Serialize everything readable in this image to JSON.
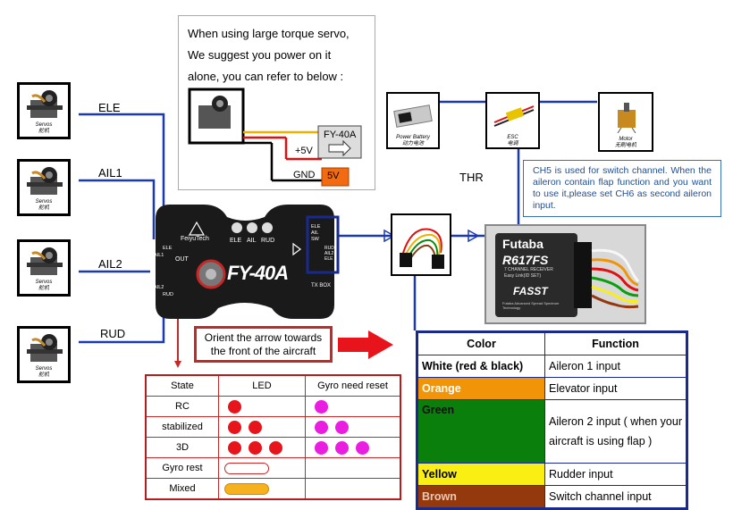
{
  "note": {
    "lines": [
      "When using large torque servo,",
      "We suggest you power on it",
      "alone, you can refer to below :"
    ],
    "controller_label": "FY-40A",
    "plus5v": "+5V",
    "gnd": "GND",
    "five_v_box": "5V"
  },
  "servos": [
    {
      "label": "ELE",
      "caption_en": "Servos",
      "caption_cn": "舵机"
    },
    {
      "label": "AIL1",
      "caption_en": "Servos",
      "caption_cn": "舵机"
    },
    {
      "label": "AIL2",
      "caption_en": "Servos",
      "caption_cn": "舵机"
    },
    {
      "label": "RUD",
      "caption_en": "Servos",
      "caption_cn": "舵机"
    }
  ],
  "controller": {
    "brand": "FeiyuTech",
    "model": "FY-40A",
    "leds": [
      "ELE",
      "AIL",
      "RUD"
    ],
    "out_label": "OUT",
    "out_ports": [
      "ELE",
      "AIL1",
      "AIL2",
      "RUD"
    ],
    "in_ports": [
      "ELE",
      "AIL",
      "SW"
    ],
    "in_ports_b": [
      "RUD",
      "AIL2",
      "ELE"
    ],
    "tx_label": "TX BOX"
  },
  "power": {
    "battery_en": "Power Battery",
    "battery_cn": "动力电池",
    "esc_en": "ESC",
    "esc_cn": "电调",
    "motor_en": "Motor",
    "motor_cn": "无刷电机",
    "thr": "THR"
  },
  "ch5_note": "CH5 is used for switch channel. When the aileron contain flap function and you want to use it,please set CH6 as second aileron input.",
  "receiver": {
    "brand": "Futaba",
    "model": "R617FS",
    "sub": "7 CHANNEL RECEIVER",
    "sub2": "Easy Link(ID SET)",
    "fasst": "FASST",
    "footer": "Futaba Advanced Spread Spectrum Technology"
  },
  "orient": "Orient the arrow towards the front of the aircraft",
  "led_table": {
    "headers": [
      "State",
      "LED",
      "Gyro need reset"
    ],
    "rows": [
      {
        "state": "RC",
        "led_count": 1,
        "reset_count": 1
      },
      {
        "state": "stabilized",
        "led_count": 2,
        "reset_count": 2
      },
      {
        "state": "3D",
        "led_count": 3,
        "reset_count": 3
      },
      {
        "state": "Gyro rest",
        "pill": "outline"
      },
      {
        "state": "Mixed",
        "pill": "orange"
      }
    ],
    "colors": {
      "led": "#e8141c",
      "reset": "#e91ee0",
      "pill_orange": "#f7b11e"
    }
  },
  "func_table": {
    "headers": [
      "Color",
      "Function"
    ],
    "rows": [
      {
        "color": "White (red & black)",
        "function": "Aileron 1 input",
        "bg": "#ffffff"
      },
      {
        "color": "Orange",
        "function": "Elevator input",
        "bg": "#f29407"
      },
      {
        "color": "Green",
        "function": "Aileron 2 input ( when your aircraft is using flap )",
        "bg": "#0b7f0b"
      },
      {
        "color": "Yellow",
        "function": "Rudder input",
        "bg": "#f9ef13"
      },
      {
        "color": "Brown",
        "function": "Switch channel input",
        "bg": "#93390d"
      }
    ]
  }
}
